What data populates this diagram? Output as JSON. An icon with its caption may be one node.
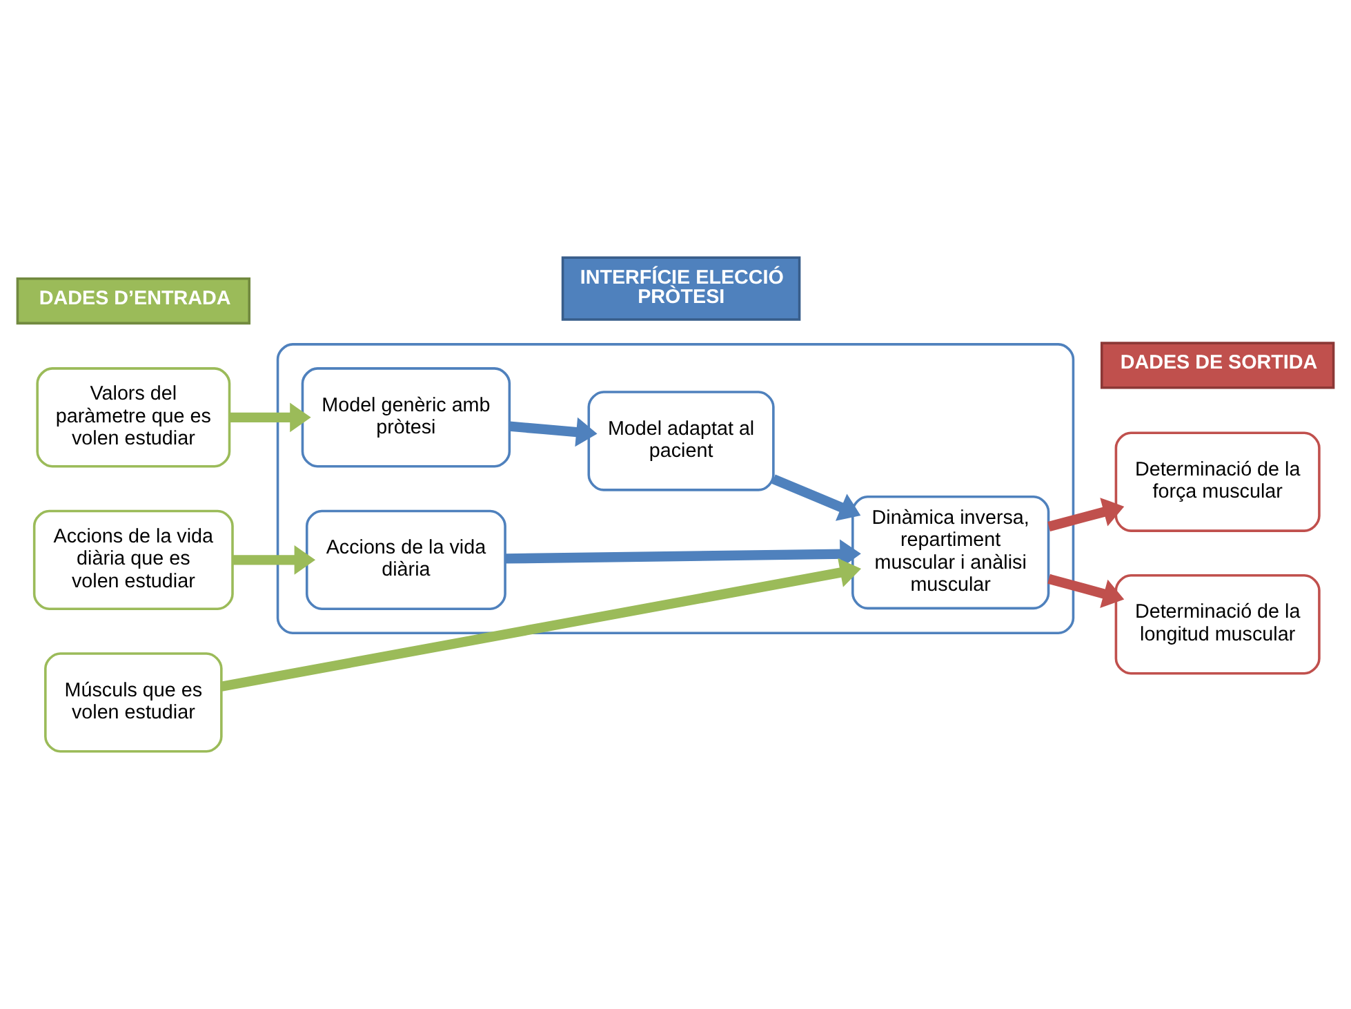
{
  "diagram": {
    "nodes": [
      {
        "text": [
          "DADES D’ENTRADA"
        ]
      },
      {
        "text": [
          "INTERFÍCIE ELECCIÓ PRÒTESI"
        ]
      },
      {
        "text": [
          "DADES DE SORTIDA"
        ]
      },
      {
        "text": [
          "Valors del paràmetre que es volen estudiar"
        ]
      },
      {
        "text": [],
        "shape": "box"
      },
      {
        "text": [
          "Model genèric amb pròtesi"
        ],
        "in": 4
      },
      {
        "text": [
          "Model adaptat al pacient"
        ],
        "in": 4
      },
      {
        "text": [
          "Determinació de la força muscular"
        ]
      },
      {
        "text": [
          "Accions de la vida diària que es volen estudiar"
        ]
      },
      {
        "text": [
          "Accions de la vida diària"
        ],
        "in": 4
      },
      {
        "text": [
          "Dinàmica inversa, repartiment muscular i anàlisi muscular"
        ],
        "in": 4
      },
      {
        "text": [
          "Determinació de la longitud muscular"
        ]
      },
      {
        "text": [
          "Músculs que es volen estudiar"
        ]
      }
    ],
    "edges": [
      {
        "from": 3,
        "to": 5,
        "arrow": "to",
        "color": "#9bbb59"
      },
      {
        "from": 5,
        "to": 6,
        "arrow": "to",
        "color": "#4f81bd"
      },
      {
        "from": 6,
        "to": 10,
        "arrow": "to",
        "color": "#4f81bd"
      },
      {
        "from": 8,
        "to": 9,
        "arrow": "to",
        "color": "#9bbb59"
      },
      {
        "from": 9,
        "to": 10,
        "arrow": "to",
        "color": "#4f81bd"
      },
      {
        "from": 12,
        "to": 10,
        "arrow": "to",
        "color": "#9bbb59"
      },
      {
        "from": 10,
        "to": 7,
        "arrow": "to",
        "color": "#c0504d"
      },
      {
        "from": 10,
        "to": 11,
        "arrow": "to",
        "color": "#c0504d"
      }
    ]
  }
}
